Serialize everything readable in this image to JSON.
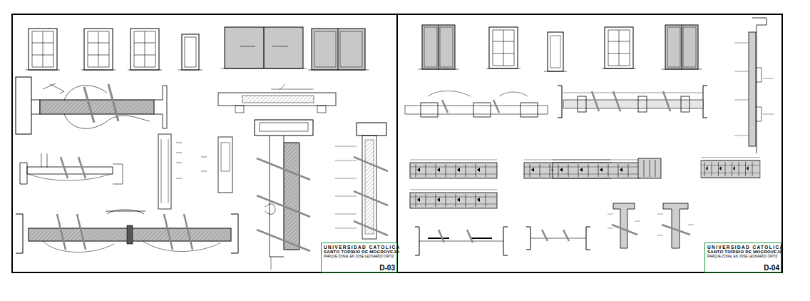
{
  "diagram": {
    "nodes": [
      {
        "text": [
          "UNIVERSIDAD CATOLICA",
          "SANTO TORIBIO DE MOGROVEJO",
          "PARQUE ZONAL EN JOSE LEONARDO ORTIZ",
          "D-03"
        ]
      },
      {
        "text": [
          "UNIVERSIDAD CATOLICA",
          "SANTO TORIBIO DE MOGROVEJO",
          "PARQUE ZONAL EN JOSE LEONARDO ORTIZ",
          "D-04"
        ]
      }
    ]
  }
}
